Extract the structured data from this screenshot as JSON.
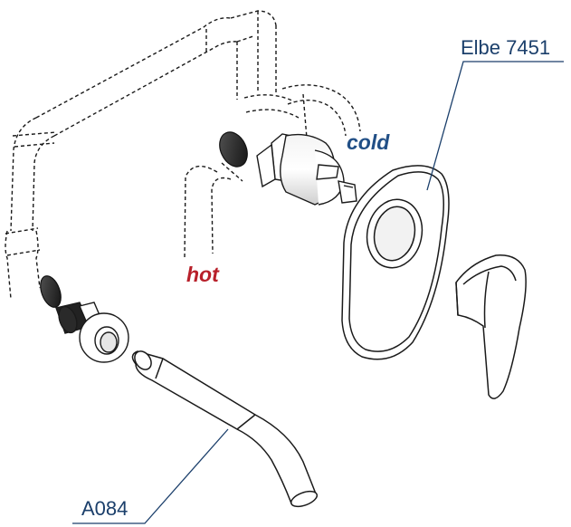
{
  "labels": {
    "panel_model": "Elbe 7451",
    "spout_model": "A084",
    "cold": "cold",
    "hot": "hot"
  },
  "colors": {
    "line": "#1a1a1a",
    "callout": "#1b3f6b",
    "cold": "#214f86",
    "hot": "#b8202a"
  }
}
